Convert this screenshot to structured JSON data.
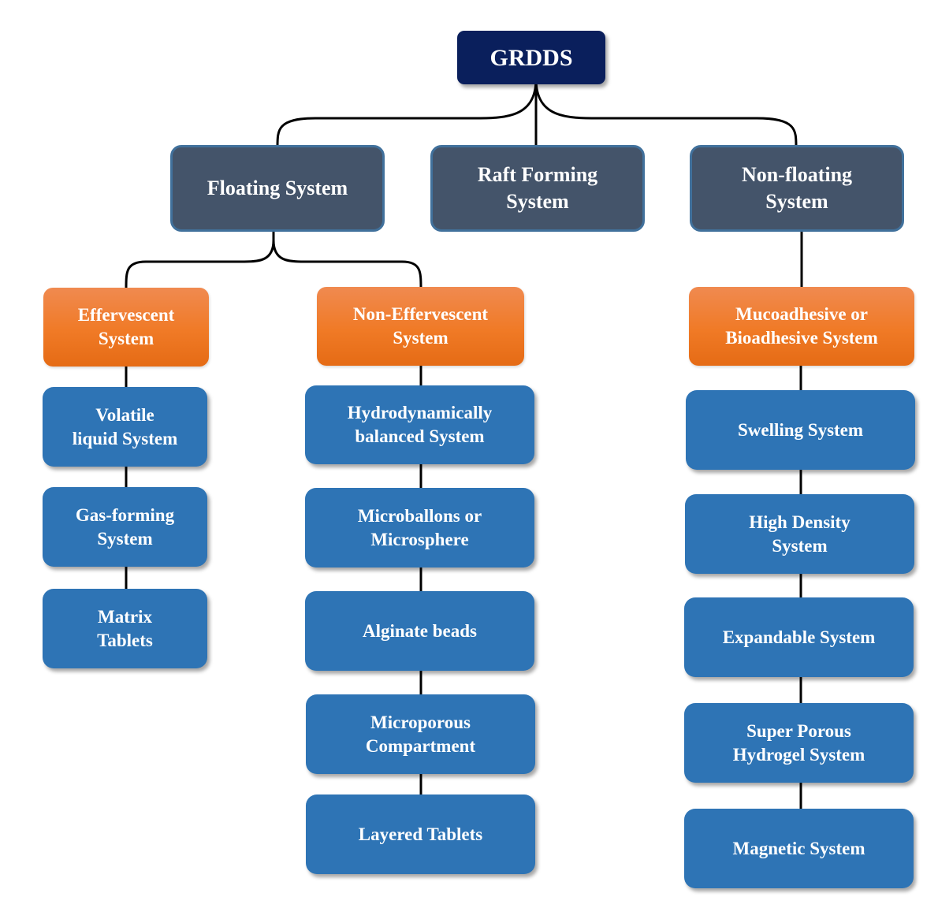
{
  "diagram": {
    "title": "GRDDS",
    "colors": {
      "root": "#0a1f5c",
      "category": "#44546a",
      "subcategory": "#f07a26",
      "leaf": "#2e74b5",
      "connector": "#000000"
    },
    "categories": [
      {
        "label": "Floating System",
        "subcategories": [
          {
            "label": "Effervescent\nSystem",
            "items": [
              "Volatile\nliquid System",
              "Gas-forming\nSystem",
              "Matrix\nTablets"
            ]
          },
          {
            "label": "Non-Effervescent\nSystem",
            "items": [
              "Hydrodynamically\nbalanced System",
              "Microballons or\nMicrosphere",
              "Alginate beads",
              "Microporous\nCompartment",
              "Layered Tablets"
            ]
          }
        ]
      },
      {
        "label": "Raft Forming\nSystem",
        "subcategories": []
      },
      {
        "label": "Non-floating\nSystem",
        "subcategories": [
          {
            "label": "Mucoadhesive or\nBioadhesive System",
            "items": [
              "Swelling System",
              "High Density\nSystem",
              "Expandable System",
              "Super Porous\nHydrogel System",
              "Magnetic System"
            ]
          }
        ]
      }
    ]
  }
}
